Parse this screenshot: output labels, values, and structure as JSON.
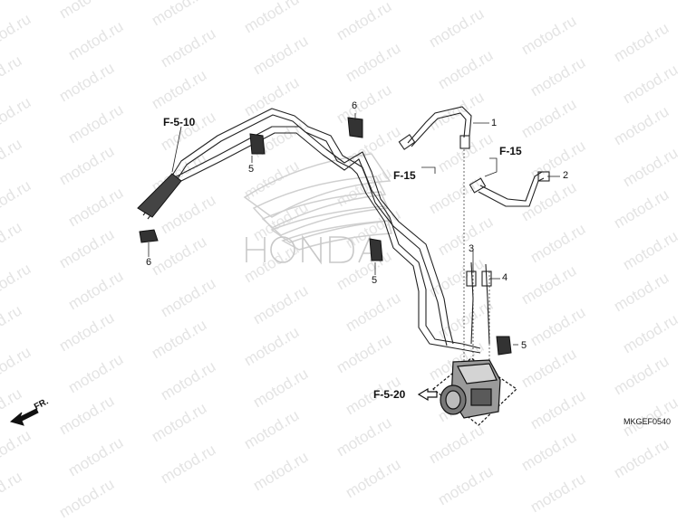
{
  "watermark": {
    "text": "motod.ru"
  },
  "logo": {
    "text": "HONDA"
  },
  "direction": {
    "text": "FR."
  },
  "diagram_code": "MKGEF0540",
  "part_numbers": {
    "p1": "1",
    "p2": "2",
    "p3": "3",
    "p4": "4",
    "p5a": "5",
    "p5b": "5",
    "p5c": "5",
    "p6a": "6",
    "p6b": "6"
  },
  "references": {
    "top_left": "F-5-10",
    "mid": "F-15",
    "right": "F-15",
    "bottom": "F-5-20"
  }
}
